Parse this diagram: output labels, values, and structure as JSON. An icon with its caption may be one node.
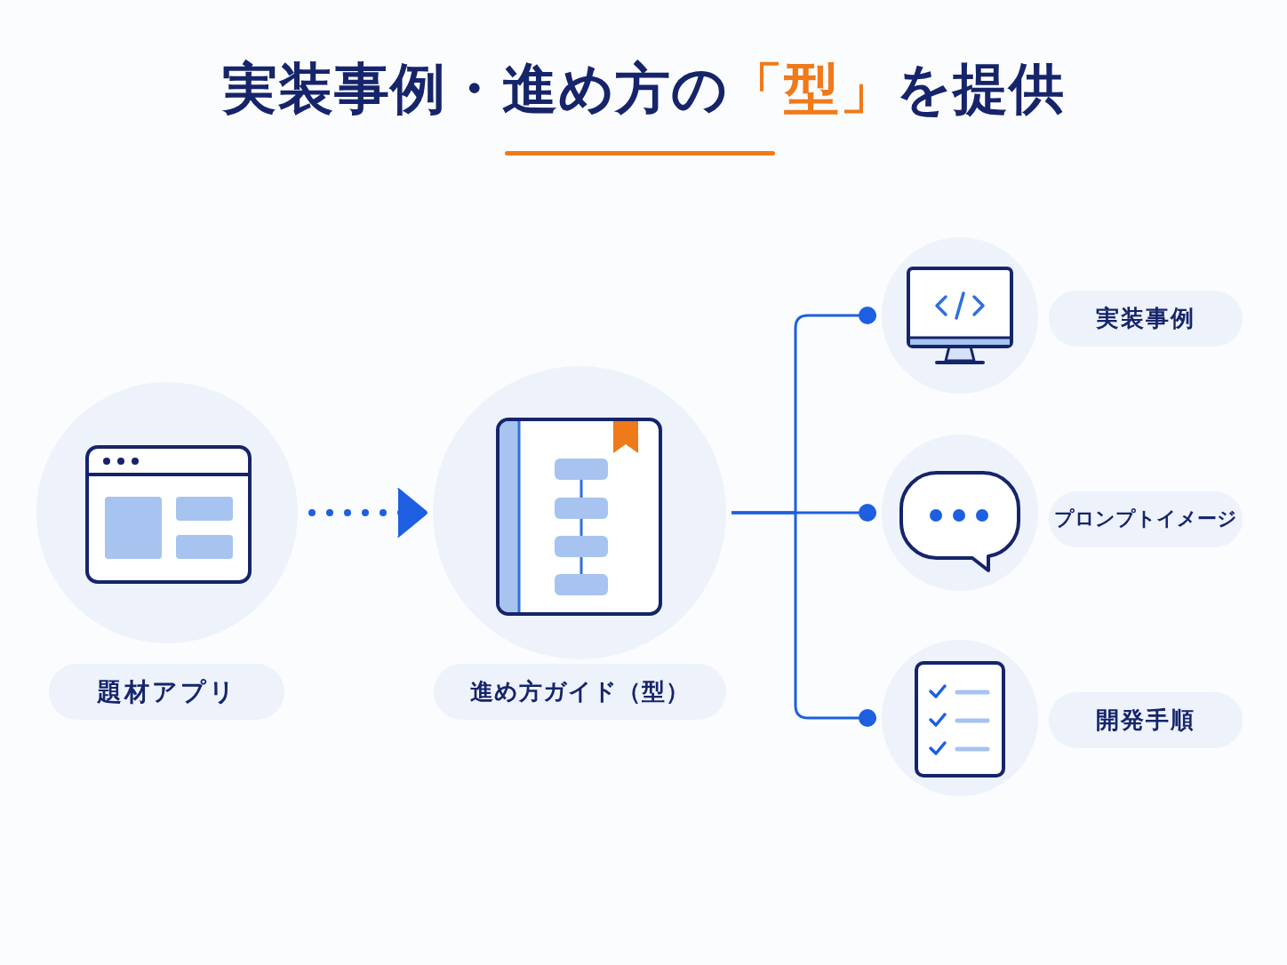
{
  "diagram": {
    "title": "実装事例・進め方の**「型」**を提供",
    "nodes": [
      {
        "text": [],
        "shape": "circle"
      },
      {
        "text": [
          "題材アプリ"
        ]
      },
      {
        "text": [],
        "shape": "circle"
      },
      {
        "text": [
          "進め方ガイド（型）"
        ]
      },
      {
        "text": [],
        "shape": "circle"
      },
      {
        "text": [
          "実装事例"
        ]
      },
      {
        "text": [],
        "shape": "circle"
      },
      {
        "text": [
          "プロンプトイメージ"
        ]
      },
      {
        "text": [],
        "shape": "circle"
      },
      {
        "text": [
          "開発手順"
        ]
      }
    ],
    "edges": [
      {
        "from": 0,
        "to": 2,
        "arrow": "to",
        "style": "dashed"
      },
      {
        "from": 2,
        "to": 4,
        "arrow": "other"
      },
      {
        "from": 2,
        "to": 6,
        "arrow": "other"
      },
      {
        "from": 2,
        "to": 8,
        "arrow": "other"
      }
    ]
  }
}
